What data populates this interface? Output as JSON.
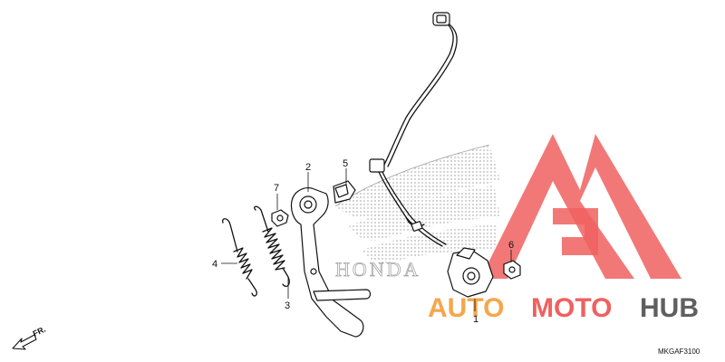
{
  "callouts": {
    "c1": "1",
    "c2": "2",
    "c3": "3",
    "c4": "4",
    "c5": "5",
    "c6": "6",
    "c7": "7"
  },
  "direction_label": "FR.",
  "diagram_code": "MKGAF3100",
  "watermark": {
    "brand_word": "HONDA",
    "logo_part1": "AUTO",
    "logo_part2": "MOTO",
    "logo_part3": "HUB",
    "colors": {
      "red": "#f06060",
      "orange": "#f6a64a",
      "gray": "#5f5f5f"
    }
  }
}
